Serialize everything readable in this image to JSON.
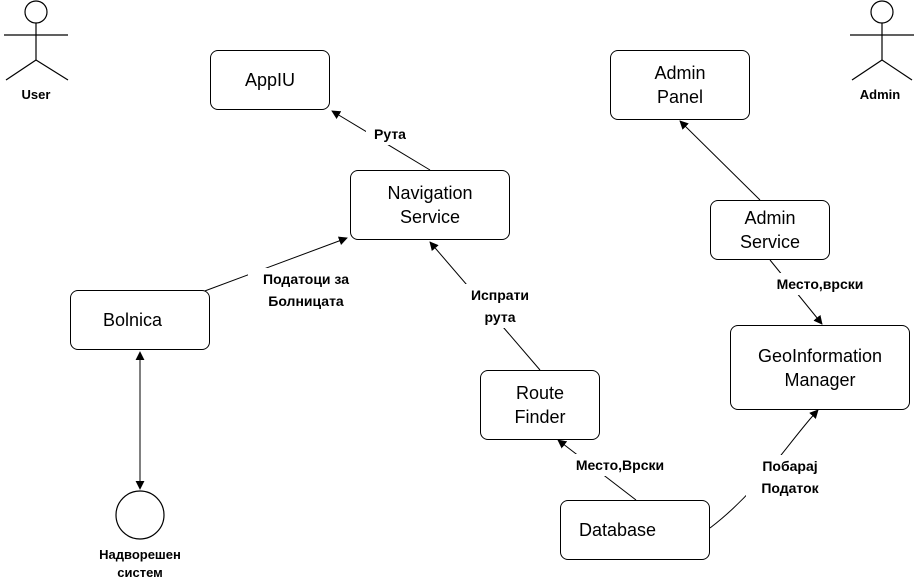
{
  "actors": {
    "user": "User",
    "admin": "Admin",
    "external": "Надворешен\nсистем"
  },
  "nodes": {
    "appiu": "AppIU",
    "admin_panel": "Admin\nPanel",
    "navigation_service": "Navigation\nService",
    "admin_service": "Admin\nService",
    "bolnica": "Bolnica",
    "geoinformation_manager": "GeoInformation\nManager",
    "route_finder": "Route\nFinder",
    "database": "Database"
  },
  "edge_labels": {
    "ruta": "Рута",
    "podatoci": "Податоци за\nБолницата",
    "isprati": "Испрати\nрута",
    "mesto_vrski_admin": "Место,врски",
    "mesto_vrski_db": "Место,Врски",
    "pobaraj": "Побарај\nПодаток"
  }
}
